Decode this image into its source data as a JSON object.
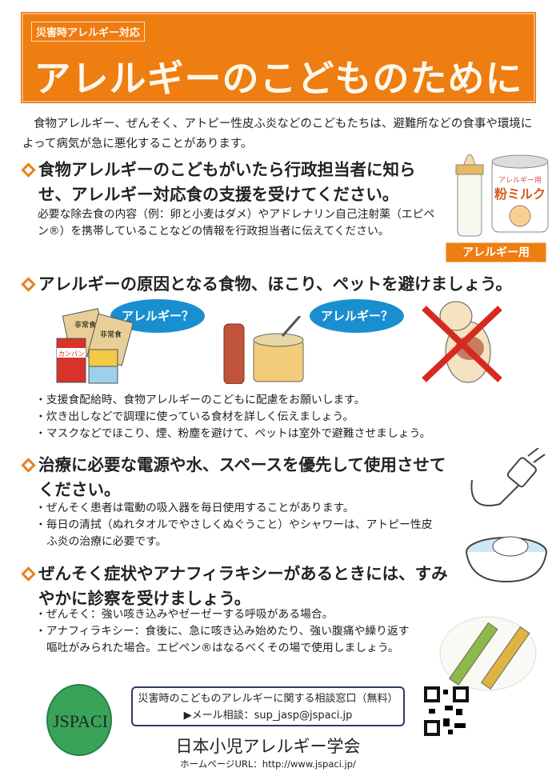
{
  "header": {
    "tag": "災害時アレルギー対応",
    "title": "アレルギーのこどものために"
  },
  "intro": "食物アレルギー、ぜんそく、アトピー性皮ふ炎などのこどもたちは、避難所などの食事や環境によって病気が急に悪化することがあります。",
  "sections": [
    {
      "heading": "食物アレルギーのこどもがいたら行政担当者に知らせ、アレルギー対応食の支援を受けてください。",
      "body": "必要な除去食の内容（例：卵と小麦はダメ）やアドレナリン自己注射薬（エピペン®）を携帯していることなどの情報を行政担当者に伝えてください。",
      "image": {
        "can_label_small": "アレルギー用",
        "can_label": "粉ミルク",
        "badge": "アレルギー用"
      }
    },
    {
      "heading": "アレルギーの原因となる食物、ほこり、ペットを避けましょう。",
      "bubbles": [
        "アレルギー？",
        "アレルギー？"
      ],
      "food_labels": [
        "非常食",
        "非常食",
        "カンパン"
      ],
      "bullets": [
        "支援食配給時、食物アレルギーのこどもに配慮をお願いします。",
        "炊き出しなどで調理に使っている食材を詳しく伝えましょう。",
        "マスクなどでほこり、煙、粉塵を避けて、ペットは室外で避難させましょう。"
      ]
    },
    {
      "heading": "治療に必要な電源や水、スペースを優先して使用させてください。",
      "bullets": [
        "ぜんそく患者は電動の吸入器を毎日使用することがあります。",
        "毎日の清拭（ぬれタオルでやさしくぬぐうこと）やシャワーは、アトピー性皮ふ炎の治療に必要です。"
      ]
    },
    {
      "heading": "ぜんそく症状やアナフィラキシーがあるときには、すみやかに診察を受けましょう。",
      "bullets": [
        "ぜんそく：強い咳き込みやゼーゼーする呼吸がある場合。",
        "アナフィラキシー：食後に、急に咳き込み始めたり、強い腹痛や繰り返す嘔吐がみられた場合。エピペン®はなるべくその場で使用しましょう。"
      ]
    }
  ],
  "footer": {
    "logo": "JSPACI",
    "contact_title": "災害時のこどものアレルギーに関する相談窓口（無料）",
    "contact_mail": "▶メール相談：sup_jasp@jspaci.jp",
    "org": "日本小児アレルギー学会",
    "url": "ホームページURL：http://www.jspaci.jp/"
  },
  "colors": {
    "accent": "#ee7d12",
    "bubble": "#1a8fcf",
    "logo": "#3aa35a"
  }
}
